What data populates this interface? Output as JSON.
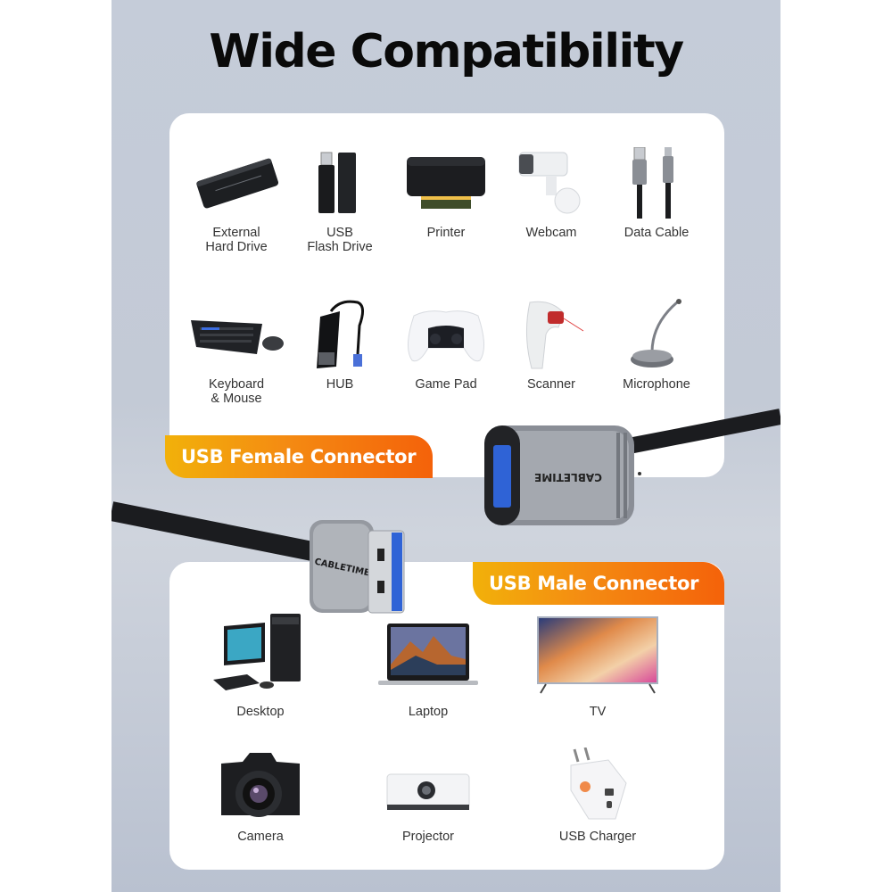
{
  "poster": {
    "title": "Wide Compatibility",
    "background_color": "#c5ccd9",
    "accent_gradient": [
      "#f2b10a",
      "#f4620a"
    ]
  },
  "female_section": {
    "badge": "USB Female Connector",
    "connector_brand_text": "CABLETIME",
    "devices": [
      {
        "label_line1": "External",
        "label_line2": "Hard Drive",
        "icon": "external-hard-drive-icon"
      },
      {
        "label_line1": "USB",
        "label_line2": "Flash Drive",
        "icon": "usb-flash-drive-icon"
      },
      {
        "label_line1": "Printer",
        "label_line2": "",
        "icon": "printer-icon"
      },
      {
        "label_line1": "Webcam",
        "label_line2": "",
        "icon": "webcam-icon"
      },
      {
        "label_line1": "Data Cable",
        "label_line2": "",
        "icon": "data-cable-icon"
      },
      {
        "label_line1": "Keyboard",
        "label_line2": "& Mouse",
        "icon": "keyboard-mouse-icon"
      },
      {
        "label_line1": "HUB",
        "label_line2": "",
        "icon": "usb-hub-icon"
      },
      {
        "label_line1": "Game Pad",
        "label_line2": "",
        "icon": "gamepad-icon"
      },
      {
        "label_line1": "Scanner",
        "label_line2": "",
        "icon": "barcode-scanner-icon"
      },
      {
        "label_line1": "Microphone",
        "label_line2": "",
        "icon": "microphone-icon"
      }
    ]
  },
  "male_section": {
    "badge": "USB Male Connector",
    "connector_brand_text": "CABLETIME",
    "devices": [
      {
        "label": "Desktop",
        "icon": "desktop-computer-icon"
      },
      {
        "label": "Laptop",
        "icon": "laptop-icon"
      },
      {
        "label": "TV",
        "icon": "tv-icon"
      },
      {
        "label": "Camera",
        "icon": "camera-icon"
      },
      {
        "label": "Projector",
        "icon": "projector-icon"
      },
      {
        "label": "USB Charger",
        "icon": "usb-charger-icon"
      }
    ]
  }
}
